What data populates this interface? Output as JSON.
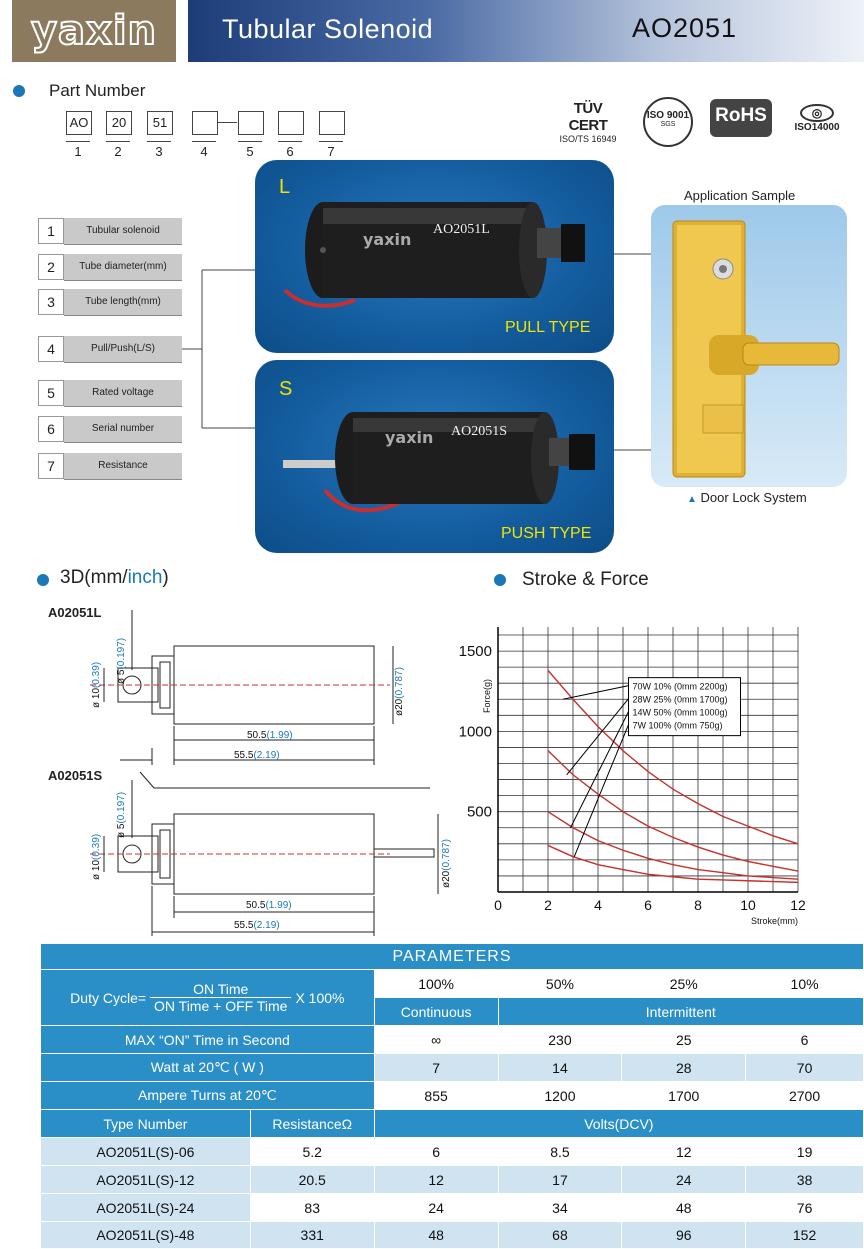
{
  "header": {
    "logo": "yaxin",
    "title": "Tubular Solenoid",
    "model": "AO2051"
  },
  "part_number": {
    "title": "Part Number",
    "boxes": [
      "AO",
      "20",
      "51",
      "",
      "",
      "",
      ""
    ],
    "positions": [
      "1",
      "2",
      "3",
      "4",
      "5",
      "6",
      "7"
    ],
    "legend": [
      {
        "num": "1",
        "label": "Tubular solenoid"
      },
      {
        "num": "2",
        "label": "Tube diameter(mm)"
      },
      {
        "num": "3",
        "label": "Tube length(mm)"
      },
      {
        "num": "4",
        "label": "Pull/Push(L/S)"
      },
      {
        "num": "5",
        "label": "Rated voltage"
      },
      {
        "num": "6",
        "label": "Serial number"
      },
      {
        "num": "7",
        "label": "Resistance"
      }
    ]
  },
  "certifications": {
    "tuv": "TÜV CERT",
    "tuv_sub": "ISO/TS 16949",
    "iso": "ISO 9001",
    "iso_sub": "SGS",
    "rohs": "RoHS",
    "iso14000": "ISO14000"
  },
  "panels": {
    "pull": {
      "letter": "L",
      "product": "AO2051L",
      "brand": "yaxin",
      "type": "PULL TYPE"
    },
    "push": {
      "letter": "S",
      "product": "AO2051S",
      "brand": "yaxin",
      "type": "PUSH TYPE"
    }
  },
  "application": {
    "title": "Application Sample",
    "caption": "Door Lock System"
  },
  "drawing": {
    "title_main": "3D(mm/",
    "title_inch": "inch",
    "title_end": ")",
    "label_l": "A02051L",
    "label_s": "A02051S",
    "dim_d5": "ø 5",
    "dim_d5_in": "(0.197)",
    "dim_d10": "ø 10",
    "dim_d10_in": "(0.39)",
    "dim_d20": "ø20",
    "dim_d20_in": "(0.787)",
    "dim_len1": "50.5",
    "dim_len1_in": "(1.99)",
    "dim_len2": "55.5",
    "dim_len2_in": "(2.19)"
  },
  "stroke_force": {
    "title": "Stroke & Force",
    "legend_labels": [
      "70W 10% (0mm 2200g)",
      "28W 25% (0mm 1700g)",
      "14W 50% (0mm 1000g)",
      "7W 100% (0mm 750g)"
    ]
  },
  "chart_data": {
    "type": "line",
    "xlabel": "Stroke(mm)",
    "ylabel": "Force(g)",
    "xlim": [
      0,
      12
    ],
    "ylim": [
      0,
      1650
    ],
    "x_ticks": [
      0,
      2,
      4,
      6,
      8,
      10,
      12
    ],
    "y_ticks": [
      500,
      1000,
      1500
    ],
    "grid": true,
    "legend_position": "top-right",
    "series": [
      {
        "name": "70W 10% (0mm 2200g)",
        "x": [
          2,
          3,
          4,
          5,
          6,
          7,
          8,
          9,
          10,
          11,
          12
        ],
        "y": [
          1380,
          1200,
          1030,
          880,
          750,
          640,
          550,
          470,
          410,
          350,
          300
        ]
      },
      {
        "name": "28W 25% (0mm 1700g)",
        "x": [
          2,
          3,
          4,
          5,
          6,
          7,
          8,
          9,
          10,
          11,
          12
        ],
        "y": [
          880,
          730,
          610,
          500,
          410,
          340,
          280,
          230,
          190,
          160,
          130
        ]
      },
      {
        "name": "14W 50% (0mm 1000g)",
        "x": [
          2,
          3,
          4,
          5,
          6,
          7,
          8,
          9,
          10,
          11,
          12
        ],
        "y": [
          500,
          400,
          320,
          260,
          210,
          170,
          140,
          120,
          100,
          90,
          80
        ]
      },
      {
        "name": "7W 100% (0mm 750g)",
        "x": [
          2,
          3,
          4,
          5,
          6,
          7,
          8,
          9,
          10,
          11,
          12
        ],
        "y": [
          290,
          220,
          170,
          140,
          110,
          95,
          80,
          75,
          70,
          65,
          60
        ]
      }
    ]
  },
  "params": {
    "title": "PARAMETERS",
    "duty_label": "Duty Cycle=",
    "on_time": "ON Time",
    "on_off_time": "ON Time + OFF Time",
    "x100": "X 100%",
    "duty_values": [
      "100%",
      "50%",
      "25%",
      "10%"
    ],
    "continuous": "Continuous",
    "intermittent": "Intermittent",
    "rows": [
      {
        "label": "MAX “ON” Time in Second",
        "values": [
          "∞",
          "230",
          "25",
          "6"
        ]
      },
      {
        "label": "Watt at 20℃ ( W )",
        "values": [
          "7",
          "14",
          "28",
          "70"
        ]
      },
      {
        "label": "Ampere Turns at 20℃",
        "values": [
          "855",
          "1200",
          "1700",
          "2700"
        ]
      }
    ],
    "type_header": "Type Number",
    "res_header": "ResistanceΩ",
    "volts_header": "Volts(DCV)",
    "types": [
      {
        "name": "AO2051L(S)-06",
        "res": "5.2",
        "volts": [
          "6",
          "8.5",
          "12",
          "19"
        ]
      },
      {
        "name": "AO2051L(S)-12",
        "res": "20.5",
        "volts": [
          "12",
          "17",
          "24",
          "38"
        ]
      },
      {
        "name": "AO2051L(S)-24",
        "res": "83",
        "volts": [
          "24",
          "34",
          "48",
          "76"
        ]
      },
      {
        "name": "AO2051L(S)-48",
        "res": "331",
        "volts": [
          "48",
          "68",
          "96",
          "152"
        ]
      }
    ]
  },
  "colors": {
    "accent": "#1a78b8",
    "table_blue": "#2a8fc7",
    "table_light": "#cfe3f1",
    "panel_blue": "#135c9e",
    "curve": "#c8302c"
  }
}
